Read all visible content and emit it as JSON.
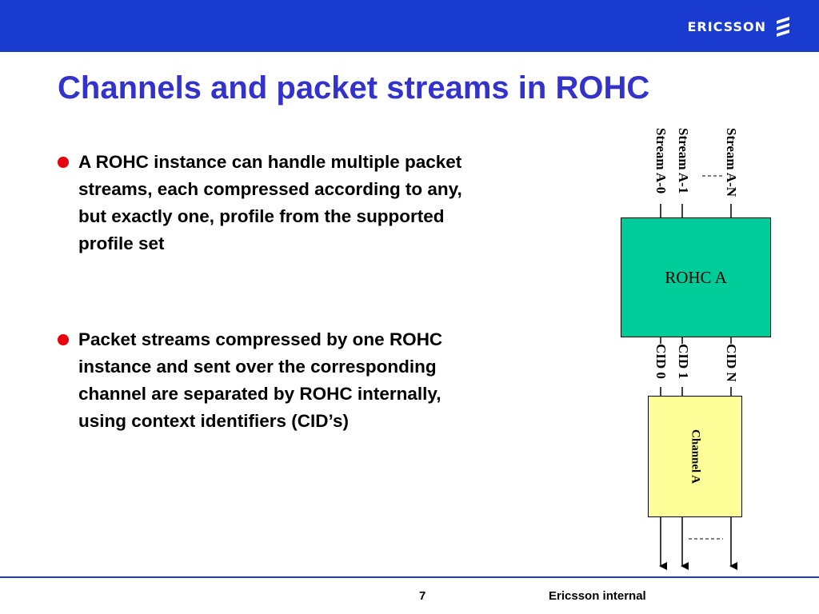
{
  "header": {
    "brand": "ERICSSON",
    "logo_icon": "ericsson-logo-icon",
    "bar_color": "#1a3bd0"
  },
  "slide": {
    "title": "Channels and packet streams in ROHC",
    "bullets": [
      "A ROHC instance can handle multiple packet streams, each compressed according to any, but exactly one, profile from the supported profile set",
      "Packet streams compressed by one ROHC instance and sent over the corresponding channel are separated by ROHC internally, using context identifiers (CID’s)"
    ]
  },
  "diagram": {
    "streams": [
      "Stream A-0",
      "Stream A-1",
      "Stream A-N"
    ],
    "box_label": "ROHC A",
    "cids": [
      "CID 0",
      "CID 1",
      "CID N"
    ],
    "channel_label": "Channel A",
    "box_color": "#00cc99",
    "channel_color": "#ffff99"
  },
  "footer": {
    "page_number": "7",
    "classification": "Ericsson internal"
  }
}
